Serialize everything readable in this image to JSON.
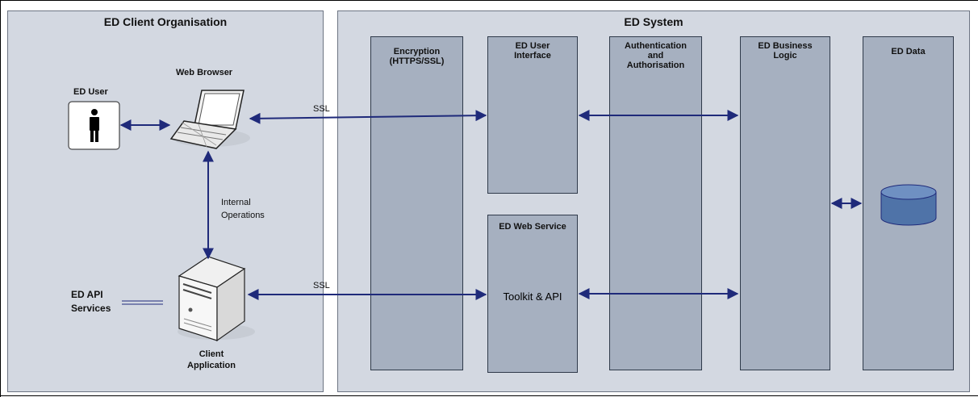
{
  "client_panel": {
    "title": "ED Client Organisation",
    "ed_user_label": "ED User",
    "web_browser_label": "Web Browser",
    "internal_label": "Internal\nOperations",
    "api_services_label": "ED API\nServices",
    "client_app_label": "Client\nApplication"
  },
  "system_panel": {
    "title": "ED System",
    "columns": {
      "encryption": "Encryption\n(HTTPS/SSL)",
      "user_interface": "ED User\nInterface",
      "auth": "Authentication\nand\nAuthorisation",
      "business_logic": "ED Business\nLogic",
      "data": "ED Data"
    },
    "web_service_title": "ED Web Service",
    "toolkit_label": "Toolkit & API"
  },
  "connections": {
    "ssl_top": "SSL",
    "ssl_bottom": "SSL"
  },
  "colors": {
    "panel_bg": "#d3d8e1",
    "column_fill": "#a6b0c0",
    "arrow": "#1f2a7a",
    "database": "#4f73a8"
  }
}
